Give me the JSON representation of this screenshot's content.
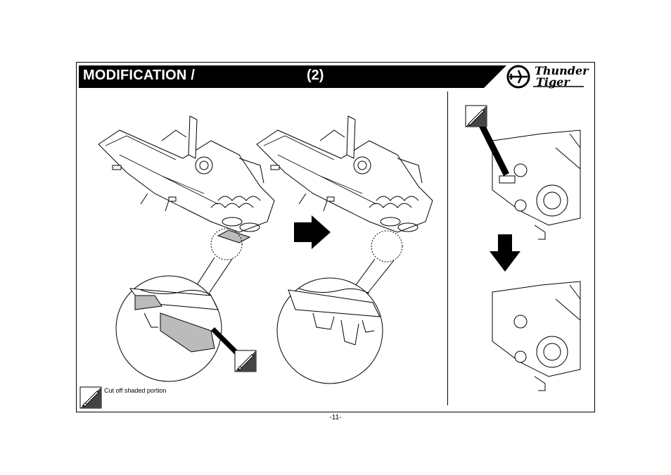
{
  "header": {
    "title": "MODIFICATION /",
    "step": "(2)",
    "colors": {
      "bar": "#000000",
      "title_text": "#ffffff"
    }
  },
  "logo": {
    "line1": "Thunder",
    "line2": "Tiger",
    "icon": "airplane-circle-icon"
  },
  "instructions": {
    "caption": "Cut off shaded portion",
    "icon": "hobby-knife-icon"
  },
  "footer": {
    "page_number": "-11-"
  }
}
